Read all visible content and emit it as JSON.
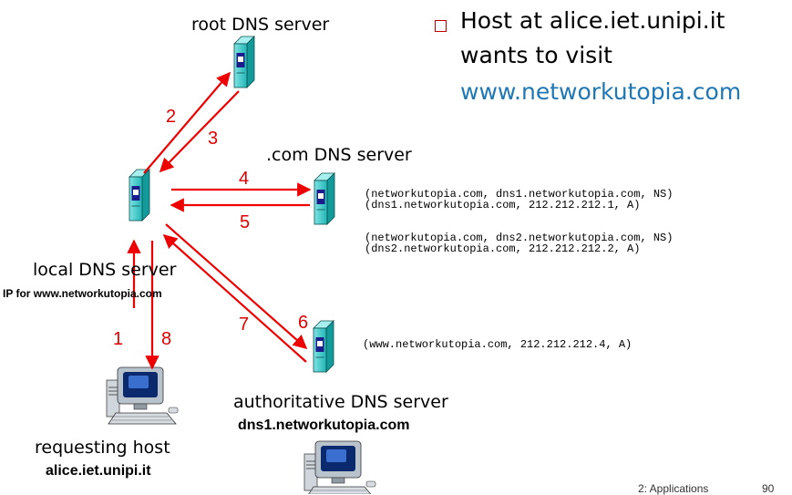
{
  "bullet": {
    "line1": "Host at alice.iet.unipi.it",
    "line2": "wants to visit",
    "url": "www.networkutopia.com"
  },
  "nodes": {
    "root": {
      "label": "root DNS server"
    },
    "com": {
      "label": ".com DNS server"
    },
    "local": {
      "label": "local DNS server",
      "sublabel": "IP for www.networkutopia.com"
    },
    "authoritative": {
      "label": "authoritative DNS server",
      "sublabel": "dns1.networkutopia.com"
    },
    "host": {
      "label": "requesting host",
      "sublabel": "alice.iet.unipi.it"
    }
  },
  "steps": [
    "1",
    "2",
    "3",
    "4",
    "5",
    "6",
    "7",
    "8"
  ],
  "records": {
    "com_group1_line1": "(networkutopia.com, dns1.networkutopia.com, NS)",
    "com_group1_line2": "(dns1.networkutopia.com, 212.212.212.1, A)",
    "com_group2_line1": "(networkutopia.com, dns2.networkutopia.com, NS)",
    "com_group2_line2": "(dns2.networkutopia.com, 212.212.212.2, A)",
    "authoritative": "(www.networkutopia.com, 212.212.212.4, A)"
  },
  "footer": {
    "chapter": "2: Applications",
    "page": "90"
  },
  "colors": {
    "arrow": "#ee0000",
    "server_teal": "#2fc4c4",
    "server_window": "#1c1c8c",
    "url": "#1f77b4"
  }
}
